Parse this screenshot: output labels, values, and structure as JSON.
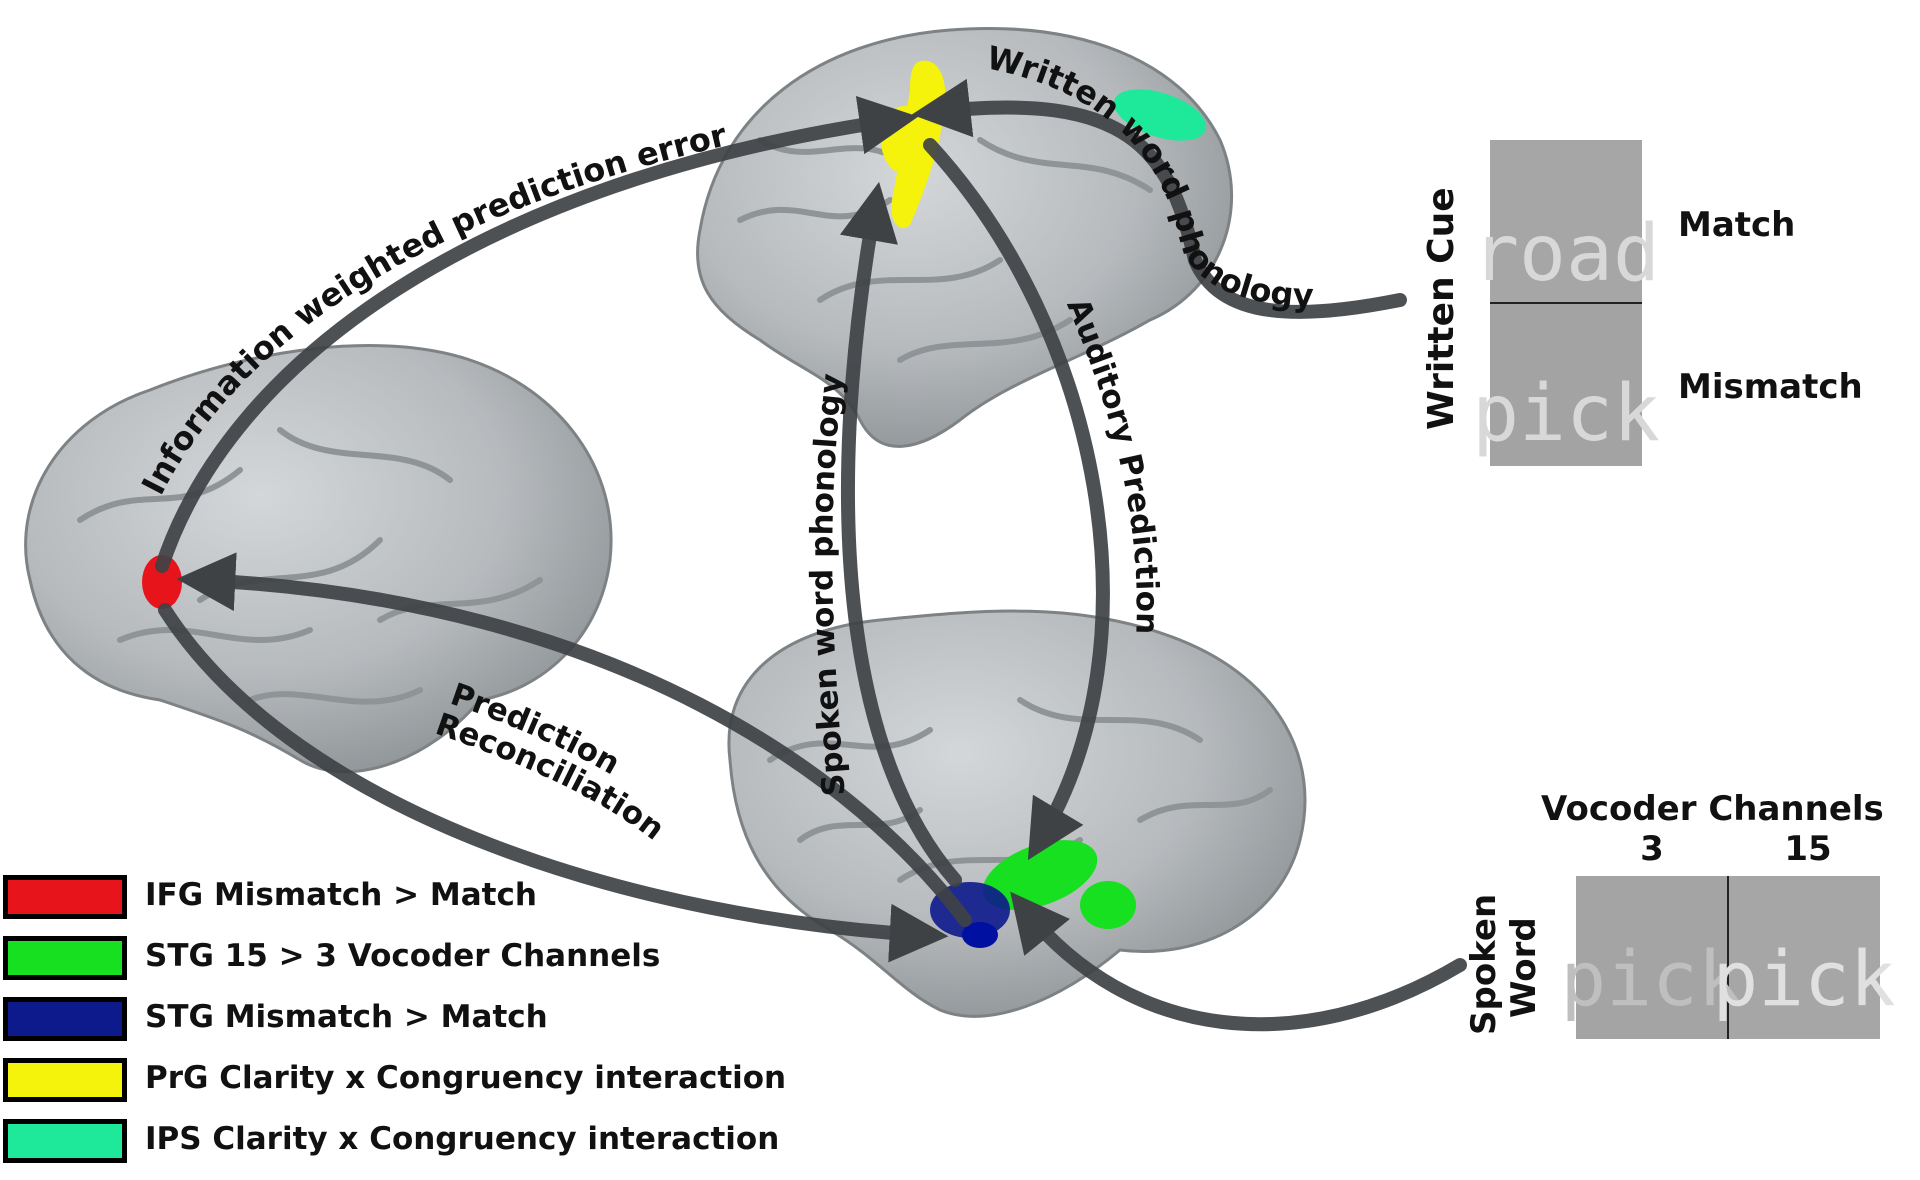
{
  "arrows": {
    "info_prediction_error": "Information weighted prediction error",
    "written_word_phonology": "Written word phonology",
    "spoken_word_phonology": "Spoken word phonology",
    "auditory_prediction": "Auditory Prediction",
    "prediction": "Prediction",
    "reconciliation": "Reconciliation"
  },
  "written_cue": {
    "label": "Written Cue",
    "word_match": "road",
    "word_mismatch": "pick",
    "match_label": "Match",
    "mismatch_label": "Mismatch"
  },
  "spoken_word": {
    "label_line1": "Spoken",
    "label_line2": "Word",
    "vocoder_title": "Vocoder Channels",
    "channel_low": "3",
    "channel_high": "15",
    "word": "pick"
  },
  "legend": [
    {
      "label": "IFG Mismatch > Match",
      "color": "#e8141b"
    },
    {
      "label": "STG 15 > 3 Vocoder Channels",
      "color": "#16e01f"
    },
    {
      "label": "STG Mismatch > Match",
      "color": "#0d1a8c"
    },
    {
      "label": "PrG Clarity x Congruency interaction",
      "color": "#f5f20c"
    },
    {
      "label": "IPS Clarity x Congruency interaction",
      "color": "#1ee89a"
    }
  ],
  "colors": {
    "brain": "#b9bdc0",
    "arrow": "#3f4245",
    "ifg": "#e8141b",
    "stg_vocoder": "#16e01f",
    "stg_mismatch": "#0d1a8c",
    "prg": "#f5f20c",
    "ips": "#1ee89a"
  }
}
